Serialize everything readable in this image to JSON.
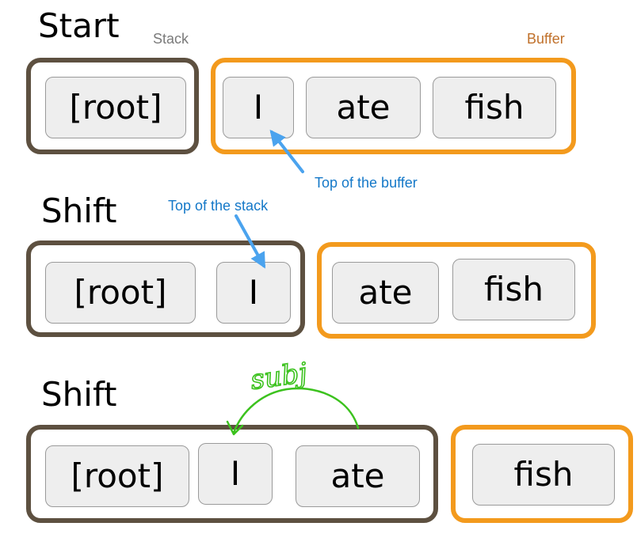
{
  "colors": {
    "stack_border": "#5d5040",
    "buffer_border": "#f39a1d",
    "token_fill": "#eeeeee",
    "token_border": "#9a9a9a",
    "stack_label": "#7a7a7a",
    "buffer_label": "#c0702a",
    "annotation_blue": "#1478c8",
    "arrow_blue": "#4ba3ee",
    "handwriting_green": "#3cc21e"
  },
  "labels": {
    "stack": "Stack",
    "buffer": "Buffer",
    "top_of_buffer": "Top of the buffer",
    "top_of_stack": "Top of the stack",
    "arc_label": "subj"
  },
  "steps": [
    {
      "title": "Start",
      "stack": [
        "[root]"
      ],
      "buffer": [
        "I",
        "ate",
        "fish"
      ]
    },
    {
      "title": "Shift",
      "stack": [
        "[root]",
        "I"
      ],
      "buffer": [
        "ate",
        "fish"
      ]
    },
    {
      "title": "Shift",
      "stack": [
        "[root]",
        "I",
        "ate"
      ],
      "buffer": [
        "fish"
      ]
    }
  ]
}
